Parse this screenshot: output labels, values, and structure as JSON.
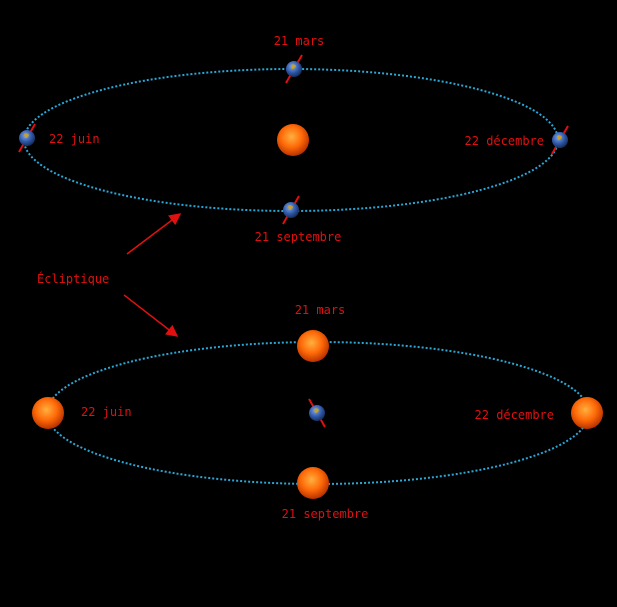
{
  "colors": {
    "background": "#000000",
    "orbit": "#2aa7d6",
    "label": "#e01010",
    "sun_core": "#ff7a10",
    "sun_edge": "#c53a00",
    "earth_ocean": "#3a5fb5",
    "earth_land": "#c8a030",
    "axis": "#e01010",
    "arrow": "#e01010"
  },
  "top_diagram": {
    "label_mars": "21 mars",
    "label_juin": "22 juin",
    "label_decembre": "22 décembre",
    "label_septembre": "21 septembre"
  },
  "bottom_diagram": {
    "label_mars": "21 mars",
    "label_juin": "22 juin",
    "label_decembre": "22 décembre",
    "label_septembre": "21 septembre"
  },
  "ecliptic_label": "Écliptique",
  "icons": {
    "sun": "sun-icon",
    "earth": "earth-icon"
  }
}
